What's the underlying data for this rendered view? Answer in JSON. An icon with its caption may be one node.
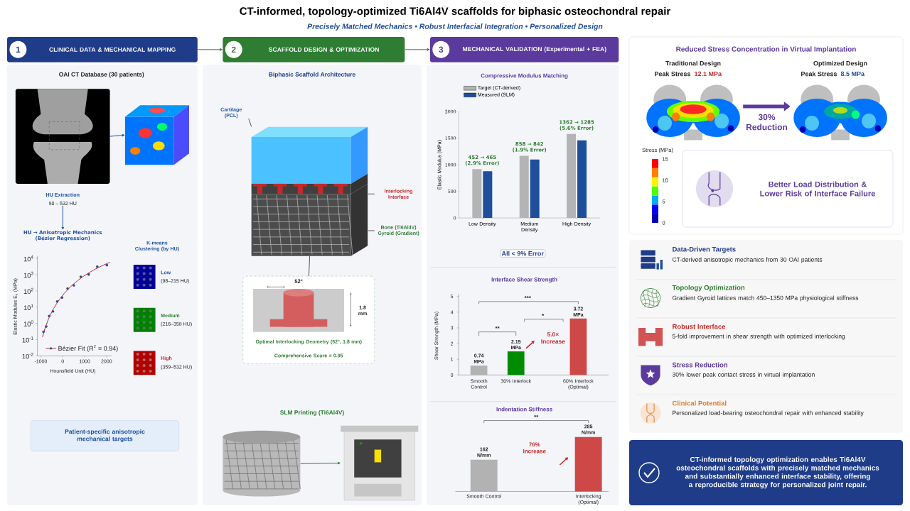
{
  "diagram": {
    "title": "CT-informed, topology-optimized Ti6Al4V scaffolds for biphasic osteochondral repair",
    "nodes": [
      {
        "text": [
          "1",
          "CLINICAL DATA & MECHANICAL MAPPING"
        ]
      },
      {
        "text": [
          "2",
          "SCAFFOLD DESIGN & OPTIMIZATION"
        ]
      },
      {
        "text": [
          "3",
          "MECHANICAL VALIDATION (Experimental + FEA)"
        ]
      },
      {
        "text": [],
        "shape": "picture"
      },
      {
        "text": [],
        "shape": "picture"
      },
      {
        "text": [
          "HU Extraction",
          "98 – 532 HU"
        ]
      },
      {
        "text": [
          "HU → Anisotropic Mechanics (Bézier Regression)"
        ]
      },
      {
        "text": [
          "Patient-specific anisotropic mechanical targets"
        ]
      },
      {
        "text": [],
        "shape": "picture"
      },
      {
        "text": [
          "Cartilage (PCL)"
        ]
      },
      {
        "text": [
          "Interlocking Interface"
        ]
      },
      {
        "text": [
          "Bone (Ti6Al4V) Gyroid (Gradient)"
        ]
      },
      {
        "text": [
          "Optimal Interlocking Geometry (52°, 1.8 mm)",
          "Comprehensive Score = 0.95"
        ]
      },
      {
        "text": [],
        "shape": "picture"
      },
      {
        "text": [],
        "shape": "picture"
      },
      {
        "text": [],
        "shape": "picture"
      },
      {
        "text": [],
        "shape": "picture"
      },
      {
        "text": [
          "Better Load Distribution & Lower Risk of Interface Failure"
        ]
      },
      {
        "text": [
          "CT-informed topology optimization enables Ti6Al4V osteochondral scaffolds with precisely matched mechanics and substantially enhanced interface stability, offering a reproducible strategy for personalized joint repair."
        ]
      }
    ],
    "edges": [
      {
        "from": 0,
        "to": 1,
        "arrow": "to"
      },
      {
        "from": 1,
        "to": 2,
        "arrow": "to"
      },
      {
        "from": 3,
        "to": 4,
        "arrow": "to",
        "color": "#1f4e9c"
      },
      {
        "from": 5,
        "to": 6,
        "arrow": "to",
        "color": "#1f4e9c"
      },
      {
        "from": 9,
        "to": 8,
        "arrow": "none"
      },
      {
        "from": 10,
        "to": 8,
        "arrow": "none"
      },
      {
        "from": 11,
        "to": 8,
        "arrow": "none"
      },
      {
        "from": 8,
        "to": 12,
        "arrow": "none"
      },
      {
        "from": 13,
        "to": 14,
        "arrow": "to",
        "color": "#2e7d32"
      },
      {
        "from": 15,
        "to": 16,
        "arrow": "to",
        "label": "30% Reduction",
        "style": "thick",
        "color": "#5b3a9e"
      }
    ],
    "labels": [
      "Precisely Matched Mechanics • Robust Interfacial Integration • Personalized Design",
      "OAI CT Database (30 patients)",
      "Biphasic Scaffold Architecture",
      "K-means Clustering (by HU)",
      "Low",
      "(98–215 HU)",
      "Medium",
      "(216–358 HU)",
      "High",
      "(359–532 HU)",
      "10$^{4}$",
      "10$^{3}$",
      "10$^{2}$",
      "10$^{1}$",
      "10$^{0}$",
      "10$^{-1}$",
      "10$^{-2}$",
      "-1000",
      "0",
      "1000",
      "2000",
      "Hounsfield Unit (HU)",
      "Elastic Modulus E$_{x}$ (MPa)",
      "52°",
      "1.8 mm",
      "SLM Printing (Ti6Al4V)",
      "All < 9% Error",
      "Interface Shear Strength",
      "0",
      "1",
      "2",
      "3",
      "4",
      "5",
      "Shear Strength (MPa)",
      "0.74 MPa",
      "2.15 MPa",
      "3.72 MPa",
      "**",
      "*",
      "***",
      "5.0× Increase",
      "Smooth Control",
      "30% Interlock",
      "60% Interlock (Optimal)",
      "Indentation Stiffness",
      "162 N/mm",
      "285 N/mm",
      "**",
      "76% Increase",
      "Smooth Control",
      "Interlocking (Optimal)",
      "Reduced Stress Concentration in Virtual Implantation",
      "Traditional Design",
      "Peak Stress",
      "12.1 MPa",
      "Optimized Design",
      "Peak Stress",
      "8.5 MPa",
      "Stress (MPa)",
      "15",
      "10",
      "5",
      "0",
      "Data-Driven Targets",
      "CT-derived anisotropic mechanics from 30 OAI patients",
      "Topology Optimization",
      "Gradient Gyroid lattices match 450–1350 MPa physiological stiffness",
      "Robust Interface",
      "5-fold improvement in shear strength with optimized interlocking",
      "Stress Reduction",
      "30% lower peak contact stress in virtual implantation",
      "Clinical Potential",
      "Personalized load-bearing osteochondral repair with enhanced stability"
    ],
    "legend": [
      {
        "text": "Bézier Fit (R$^{2}$ = 0.94)"
      }
    ],
    "chart_data": {
      "type": "bar",
      "title": "Compressive Modulus Matching",
      "ylabel": "Elastic Modulus (MPa)",
      "categories": [
        "Low Density",
        "Medium Density",
        "High Density"
      ],
      "series": [
        {
          "name": "Target (CT-derived)",
          "color": "#b4b4b4",
          "values": [
            920,
            1170,
            1580
          ]
        },
        {
          "name": "Measured (SLM)",
          "color": "#1f4e9c",
          "values": [
            880,
            1100,
            1460
          ]
        }
      ],
      "legend": "upper left",
      "ylim": [
        0,
        2000
      ],
      "yticks": [
        0,
        500,
        1000,
        1500,
        2000
      ],
      "annotations": [
        "452 → 465 (2.9% Error)",
        "858 → 842 (1.9% Error)",
        "1362 → 1285 (5.6% Error)"
      ]
    }
  }
}
